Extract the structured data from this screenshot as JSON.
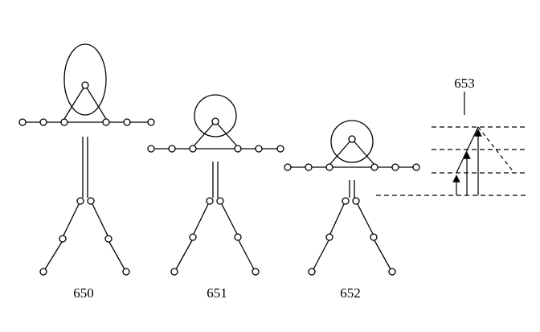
{
  "figures": [
    {
      "label": "650"
    },
    {
      "label": "651"
    },
    {
      "label": "652"
    }
  ],
  "scale_label": "653",
  "colors": {
    "stroke": "#000000",
    "background": "#ffffff"
  }
}
